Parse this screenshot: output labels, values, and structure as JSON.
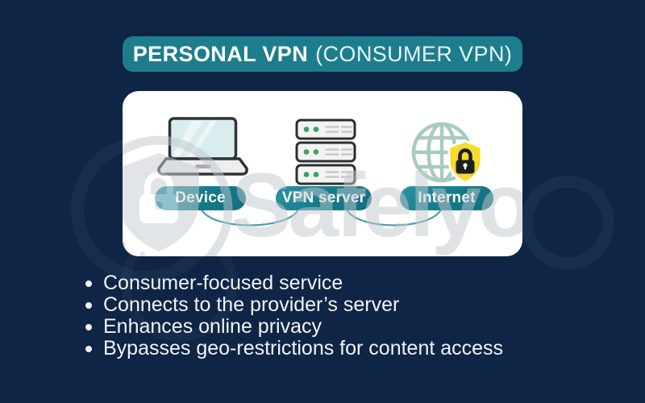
{
  "page": {
    "background_color": "#0e2545",
    "accent_teal": "#1d7d8d",
    "card_color": "#ffffff"
  },
  "header": {
    "title_bold": "PERSONAL VPN",
    "title_rest": "(CONSUMER VPN)"
  },
  "diagram": {
    "watermark": "Safelyo",
    "pill_color": "#15798a",
    "connector_color": "#4f9cab",
    "nodes": [
      {
        "id": "device",
        "label": "Device",
        "icon": "laptop-icon"
      },
      {
        "id": "vpn-server",
        "label": "VPN server",
        "icon": "server-stack-icon"
      },
      {
        "id": "internet",
        "label": "Internet",
        "icon": "globe-lock-icon"
      }
    ],
    "lock_shield_color": "#f6dc2b"
  },
  "bullets": {
    "items": [
      "Consumer-focused service",
      "Connects to the provider’s server",
      "Enhances online privacy",
      "Bypasses geo-restrictions for content access"
    ]
  }
}
